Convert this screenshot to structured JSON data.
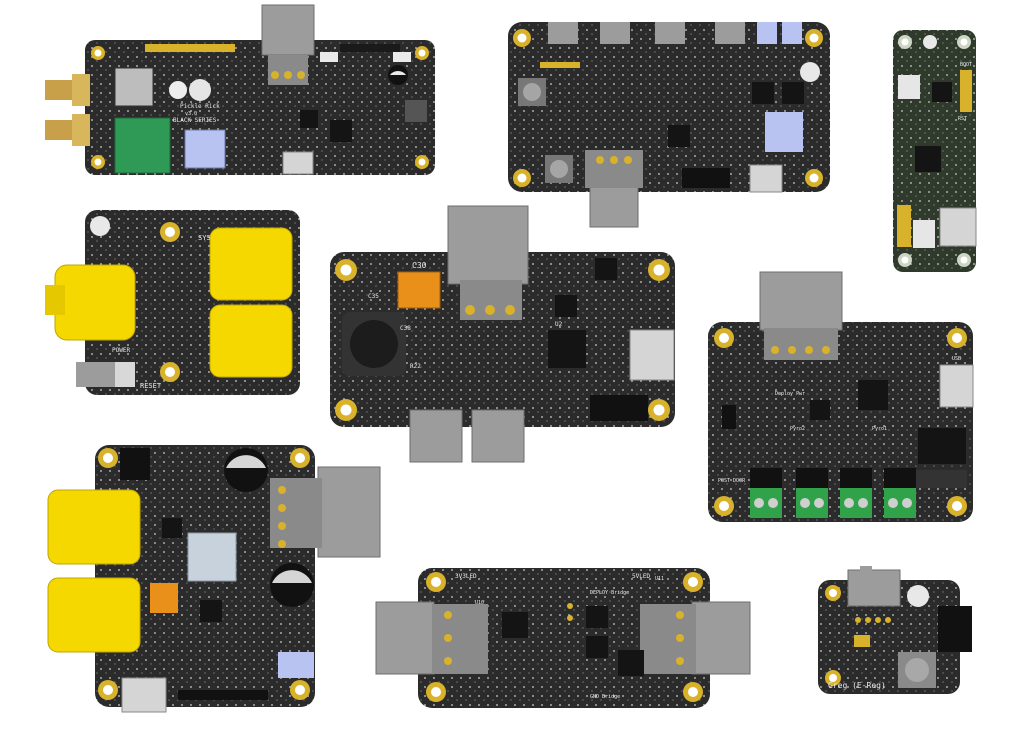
{
  "colors": {
    "pcb": "#2b2b2b",
    "pcb_green": "#2f3a2c",
    "gold": "#d8b22a",
    "gray_connector": "#9c9c9c",
    "yellow_connector": "#f5d800",
    "green_module": "#2f9a55",
    "lavender_connector": "#b9c3f2",
    "screw_terminal": "#2fa24a"
  },
  "boards": {
    "pickle_rick": {
      "name": "Pickle Rick",
      "version": "v3.0",
      "series": "BLACK SERIES"
    },
    "right_top": {
      "labels": [
        "BOOT",
        "RST"
      ]
    },
    "power_board": {
      "labels": [
        "SYS",
        "POWER",
        "RESET"
      ]
    },
    "center_board": {
      "labels": [
        "C30",
        "C35",
        "C38",
        "R22",
        "U2"
      ]
    },
    "pyro_board": {
      "labels": [
        "Deploy Pwr",
        "Pyro1",
        "Pyro2",
        "POST DOOR",
        "USB"
      ]
    },
    "eseries_board": {
      "labels": [
        "3V3LED",
        "5VLED",
        "DEPLOY Bridge",
        "GND Bridge",
        "U10",
        "U11"
      ]
    },
    "greg": {
      "name": "Greg (E-Reg)"
    }
  }
}
